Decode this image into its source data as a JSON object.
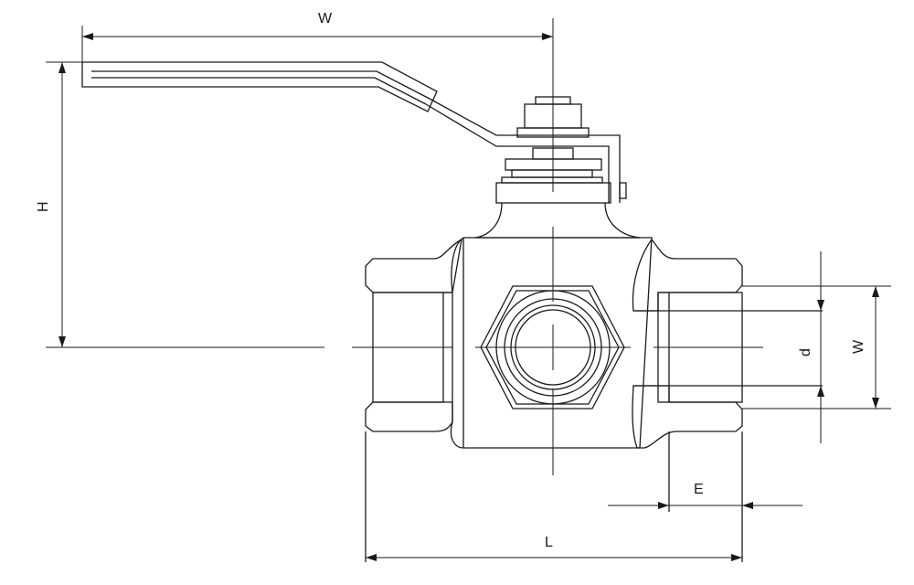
{
  "dimensions": {
    "handle_length": "W",
    "height": "H",
    "bore": "d",
    "port_width": "W",
    "thread_length": "E",
    "length": "L"
  },
  "colors": {
    "line": "#1a1a1a",
    "background": "#ffffff"
  }
}
